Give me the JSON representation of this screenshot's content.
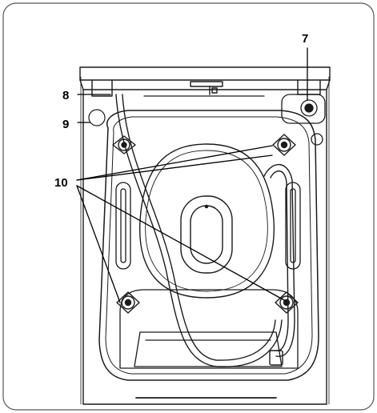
{
  "callouts": {
    "c7": "7",
    "c8": "8",
    "c9": "9",
    "c10": "10"
  },
  "colors": {
    "line": "#1a1a1a",
    "frame": "#555555",
    "background": "#ffffff"
  }
}
